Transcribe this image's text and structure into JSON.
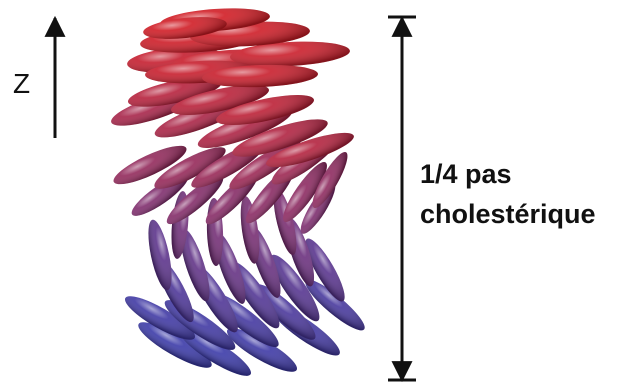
{
  "axis": {
    "label": "Z"
  },
  "pitch": {
    "line1": "1/4 pas",
    "line2": "cholestérique"
  },
  "colors": {
    "top": "#d11c24",
    "bottom": "#3b3aa8",
    "ink": "#111111"
  },
  "molecules": {
    "layers": 11,
    "top_orientation": "horizontal",
    "rotation_total_deg": 90
  }
}
